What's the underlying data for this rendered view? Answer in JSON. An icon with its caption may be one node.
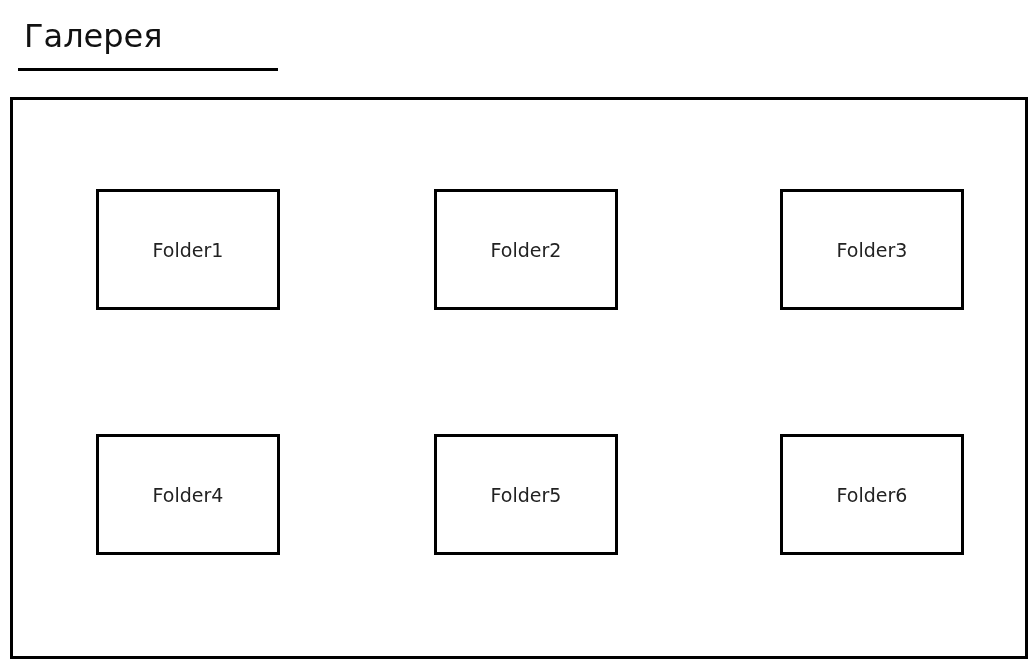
{
  "diagram": {
    "title": "Галерея",
    "nodes": [
      {
        "text": [],
        "shape": "box"
      },
      {
        "text": [
          "Folder1"
        ],
        "in": 0
      },
      {
        "text": [
          "Folder2"
        ],
        "in": 0
      },
      {
        "text": [
          "Folder3"
        ],
        "in": 0
      },
      {
        "text": [
          "Folder4"
        ],
        "in": 0
      },
      {
        "text": [
          "Folder5"
        ],
        "in": 0
      },
      {
        "text": [
          "Folder6"
        ],
        "in": 0
      }
    ],
    "edges": []
  }
}
